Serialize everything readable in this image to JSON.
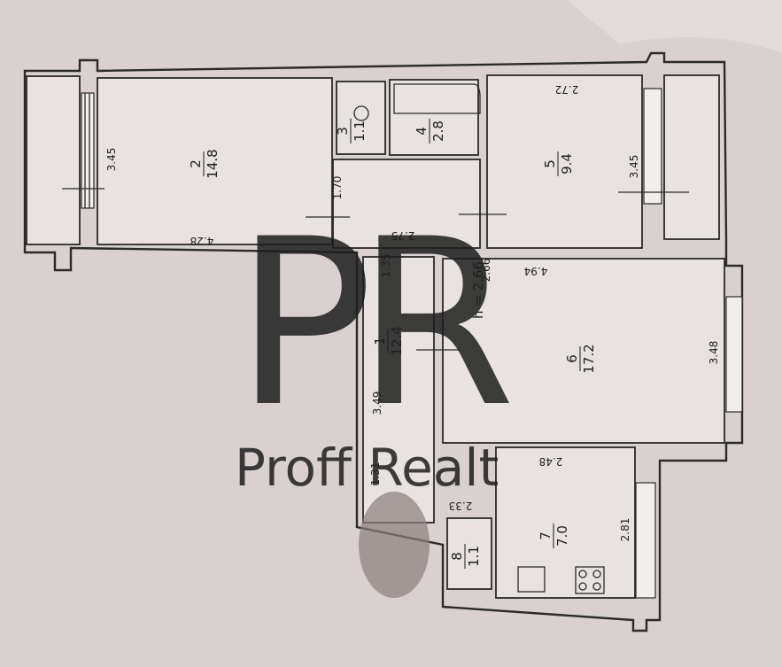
{
  "rooms": [
    {
      "number": "2",
      "area": "14.8"
    },
    {
      "number": "3",
      "area": "1.1"
    },
    {
      "number": "4",
      "area": "2.8"
    },
    {
      "number": "5",
      "area": "9.4"
    },
    {
      "number": "1",
      "area": "12.4"
    },
    {
      "number": "6",
      "area": "17.2"
    },
    {
      "number": "7",
      "area": "7.0"
    },
    {
      "number": "8",
      "area": "1.1"
    }
  ],
  "dimensions": [
    "3.45",
    "4.28",
    "1.70",
    "2.75",
    "2.72",
    "3.45",
    "1.35",
    "2.66",
    "4.94",
    "3.49",
    "3.48",
    "1.31",
    "2.33",
    "2.48",
    "2.81"
  ],
  "ceiling_height": "h = 2.66",
  "watermark": {
    "logo": "PR",
    "text": "Proff Realt"
  },
  "colors": {
    "paper": "#d9d1cf",
    "line": "#2a2a2a"
  }
}
